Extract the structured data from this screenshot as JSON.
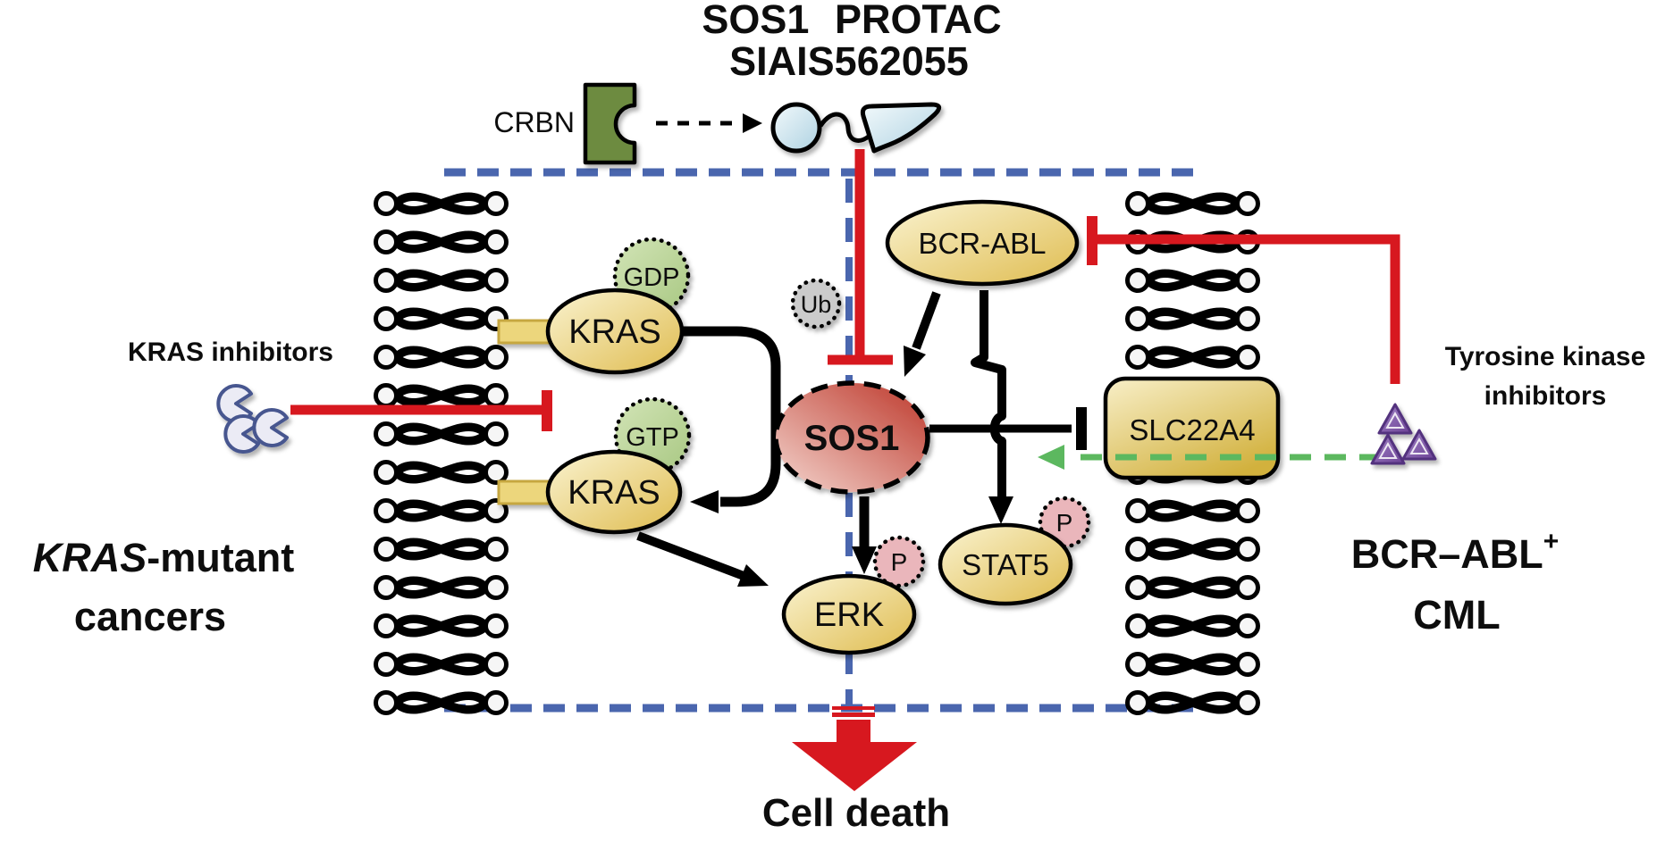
{
  "title": {
    "line1": "SOS1 PROTAC",
    "line2": "SIAIS562055"
  },
  "nodes": {
    "crbn": "CRBN",
    "ub": "Ub",
    "gdp": "GDP",
    "gtp": "GTP",
    "kras_gdp": "KRAS",
    "kras_gtp": "KRAS",
    "sos1": "SOS1",
    "bcr_abl": "BCR-ABL",
    "erk": "ERK",
    "stat5": "STAT5",
    "slc22a4": "SLC22A4",
    "phospho_erk": "P",
    "phospho_stat5": "P"
  },
  "annotations": {
    "kras_inhibitors": "KRAS inhibitors",
    "tyrosine_kinase_line1": "Tyrosine kinase",
    "tyrosine_kinase_line2": "inhibitors",
    "left_condition_italic": "KRAS",
    "left_condition_rest": "-mutant",
    "left_condition_line2": "cancers",
    "right_condition_name": "BCR–ABL",
    "right_condition_sup": "+",
    "right_condition_line2": "CML",
    "cell_death": "Cell death"
  },
  "colors": {
    "red": "#d7181f",
    "membrane-blue": "#4a66ae",
    "green": "#5cb85f",
    "olive": "#6d8b41",
    "yellow-light": "#faf3d0",
    "yellow-dark": "#dfbc50",
    "gold-light": "#f8efc8",
    "gold-dark": "#d2b13e",
    "sos1-light": "#f4d6cf",
    "sos1-dark": "#bd372a",
    "green-circle-light": "#d2e4b6",
    "green-circle-dark": "#a9c883",
    "gray-circle": "#cbcbcb",
    "pink-circle": "#eab6bb",
    "mol-blue-light": "#f2f9fb",
    "mol-blue-dark": "#aed2e2",
    "purple-light": "#a385c7",
    "purple-dark": "#6b4295",
    "purple-stroke": "#53307e",
    "pacman-fill": "#ebebf5",
    "pacman-stroke": "#47568f",
    "tether-fill": "#ecd67c",
    "tether-stroke": "#c6a73f"
  }
}
